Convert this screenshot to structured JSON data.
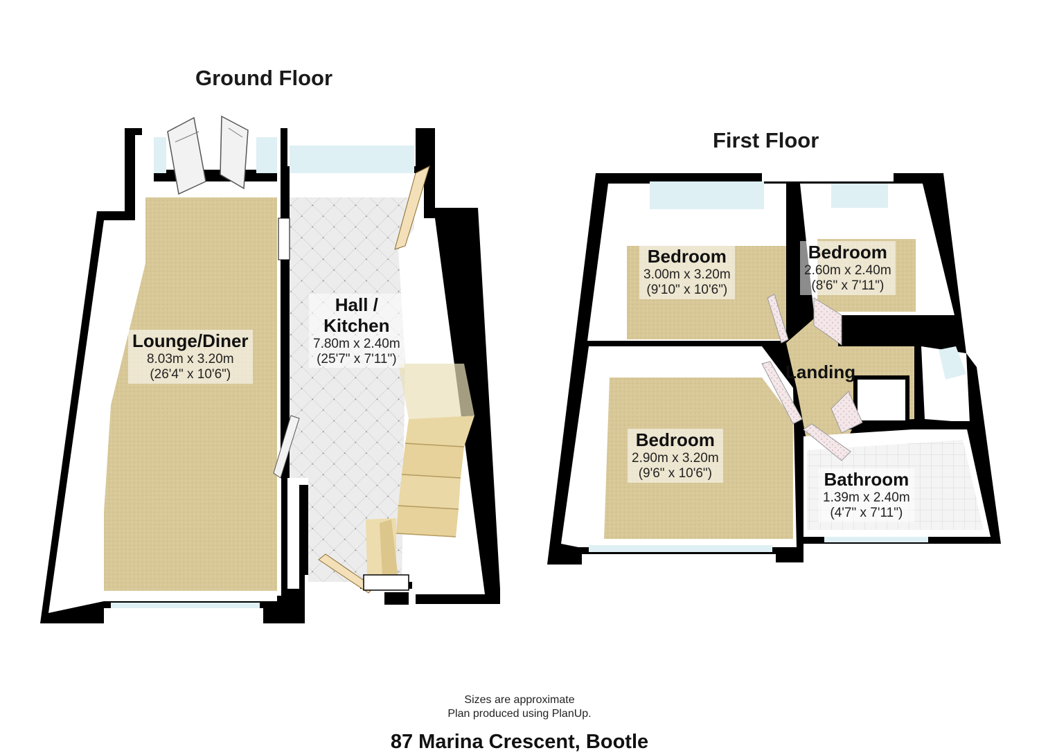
{
  "floors": [
    {
      "title": "Ground Floor",
      "rooms": [
        {
          "name": "Lounge/Diner",
          "metric": "8.03m x 3.20m",
          "imperial": "(26'4\" x 10'6\")"
        },
        {
          "name": "Hall / Kitchen",
          "name_line1": "Hall /",
          "name_line2": "Kitchen",
          "metric": "7.80m x 2.40m",
          "imperial": "(25'7\" x 7'11\")"
        }
      ]
    },
    {
      "title": "First Floor",
      "rooms": [
        {
          "name": "Bedroom",
          "metric": "3.00m x 3.20m",
          "imperial": "(9'10\" x 10'6\")"
        },
        {
          "name": "Bedroom",
          "metric": "2.60m x 2.40m",
          "imperial": "(8'6\" x 7'11\")"
        },
        {
          "name": "Landing"
        },
        {
          "name": "Bedroom",
          "metric": "2.90m x 3.20m",
          "imperial": "(9'6\" x 10'6\")"
        },
        {
          "name": "Bathroom",
          "metric": "1.39m x 2.40m",
          "imperial": "(4'7\" x 7'11\")"
        }
      ]
    }
  ],
  "footer": {
    "note_line1": "Sizes are approximate",
    "note_line2": "Plan produced using PlanUp.",
    "address": "87 Marina Crescent, Bootle"
  },
  "colors": {
    "wall": "#000000",
    "wall_inner": "#ffffff",
    "carpet": "#d9c99a",
    "tile": "#e6e6e6",
    "stairs": "#e8d8a8",
    "glass": "#dff0f4"
  }
}
